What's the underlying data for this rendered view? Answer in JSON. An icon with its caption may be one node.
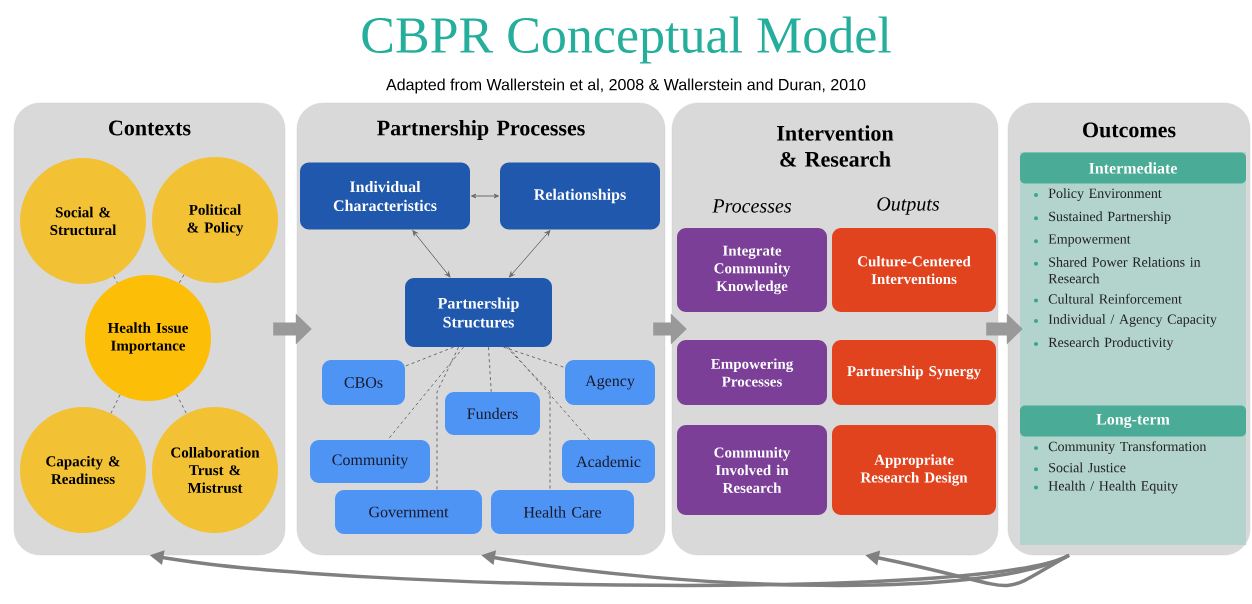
{
  "diagram": {
    "title": "CBPR Conceptual Model",
    "nodes": [
      {
        "text": [
          "Contexts"
        ]
      },
      {
        "text": [
          "Social & Structural"
        ],
        "in": 0
      },
      {
        "text": [
          "Political & Policy"
        ],
        "in": 0
      },
      {
        "text": [
          "Health Issue Importance"
        ],
        "in": 0
      },
      {
        "text": [
          "Capacity & Readiness"
        ],
        "in": 0
      },
      {
        "text": [
          "Collaboration Trust & Mistrust"
        ],
        "in": 0
      },
      {
        "text": [
          "Partnership Processes"
        ]
      },
      {
        "text": [
          "Individual Characteristics"
        ],
        "in": 6
      },
      {
        "text": [
          "Relationships"
        ],
        "in": 6
      },
      {
        "text": [
          "Partnership Structures"
        ],
        "in": 6
      },
      {
        "text": [
          "CBOs"
        ],
        "in": 6
      },
      {
        "text": [
          "Agency"
        ],
        "in": 6
      },
      {
        "text": [
          "Funders"
        ],
        "in": 6
      },
      {
        "text": [
          "Community"
        ],
        "in": 6
      },
      {
        "text": [
          "Academic"
        ],
        "in": 6
      },
      {
        "text": [
          "Government"
        ],
        "in": 6
      },
      {
        "text": [
          "Health Care"
        ],
        "in": 6
      },
      {
        "text": [
          "Intervention & Research",
          "Processes",
          "Outputs"
        ]
      },
      {
        "text": [
          "Integrate Community Knowledge"
        ],
        "in": 17
      },
      {
        "text": [
          "Culture-Centered Interventions"
        ],
        "in": 17
      },
      {
        "text": [
          "Empowering Processes"
        ],
        "in": 17
      },
      {
        "text": [
          "Partnership Synergy"
        ],
        "in": 17
      },
      {
        "text": [
          "Community Involved in Research"
        ],
        "in": 17
      },
      {
        "text": [
          "Appropriate Research Design"
        ],
        "in": 17
      },
      {
        "text": [
          "Outcomes"
        ]
      },
      {
        "text": [
          "Intermediate",
          "Policy Environment",
          "Sustained Partnership",
          "Empowerment",
          "Shared Power Relations in Research",
          "Cultural Reinforcement",
          "Individual / Agency Capacity",
          "Research Productivity"
        ],
        "in": 24
      },
      {
        "text": [
          "Long-term",
          "Community Transformation",
          "Social Justice",
          "Health / Health Equity"
        ],
        "in": 24
      }
    ],
    "edges": [
      {
        "from": 1,
        "to": 3,
        "arrow": "none",
        "style": "dashed"
      },
      {
        "from": 2,
        "to": 3,
        "arrow": "none",
        "style": "dashed"
      },
      {
        "from": 3,
        "to": 4,
        "arrow": "none",
        "style": "dashed"
      },
      {
        "from": 3,
        "to": 5,
        "arrow": "none",
        "style": "dashed"
      },
      {
        "from": 7,
        "to": 8,
        "arrow": "both"
      },
      {
        "from": 7,
        "to": 9,
        "arrow": "both"
      },
      {
        "from": 8,
        "to": 9,
        "arrow": "both"
      },
      {
        "from": 9,
        "to": 10,
        "arrow": "none",
        "style": "dashed"
      },
      {
        "from": 9,
        "to": 11,
        "arrow": "none",
        "style": "dashed"
      },
      {
        "from": 9,
        "to": 12,
        "arrow": "none",
        "style": "dashed"
      },
      {
        "from": 9,
        "to": 13,
        "arrow": "none",
        "style": "dashed"
      },
      {
        "from": 9,
        "to": 14,
        "arrow": "none",
        "style": "dashed"
      },
      {
        "from": 9,
        "to": 15,
        "arrow": "none",
        "style": "dashed"
      },
      {
        "from": 9,
        "to": 16,
        "arrow": "none",
        "style": "dashed"
      },
      {
        "from": 0,
        "to": 6,
        "arrow": "to",
        "style": "thick",
        "color": "#999999"
      },
      {
        "from": 6,
        "to": 17,
        "arrow": "to",
        "style": "thick",
        "color": "#999999"
      },
      {
        "from": 17,
        "to": 24,
        "arrow": "to",
        "style": "thick",
        "color": "#999999"
      },
      {
        "from": 24,
        "to": 17,
        "arrow": "to",
        "style": "thick",
        "color": "#808080"
      },
      {
        "from": 24,
        "to": 6,
        "arrow": "to",
        "style": "thick",
        "color": "#808080"
      },
      {
        "from": 24,
        "to": 0,
        "arrow": "to",
        "style": "thick",
        "color": "#808080"
      }
    ],
    "labels": [
      "Adapted from Wallerstein et al, 2008 & Wallerstein and Duran, 2010"
    ]
  }
}
